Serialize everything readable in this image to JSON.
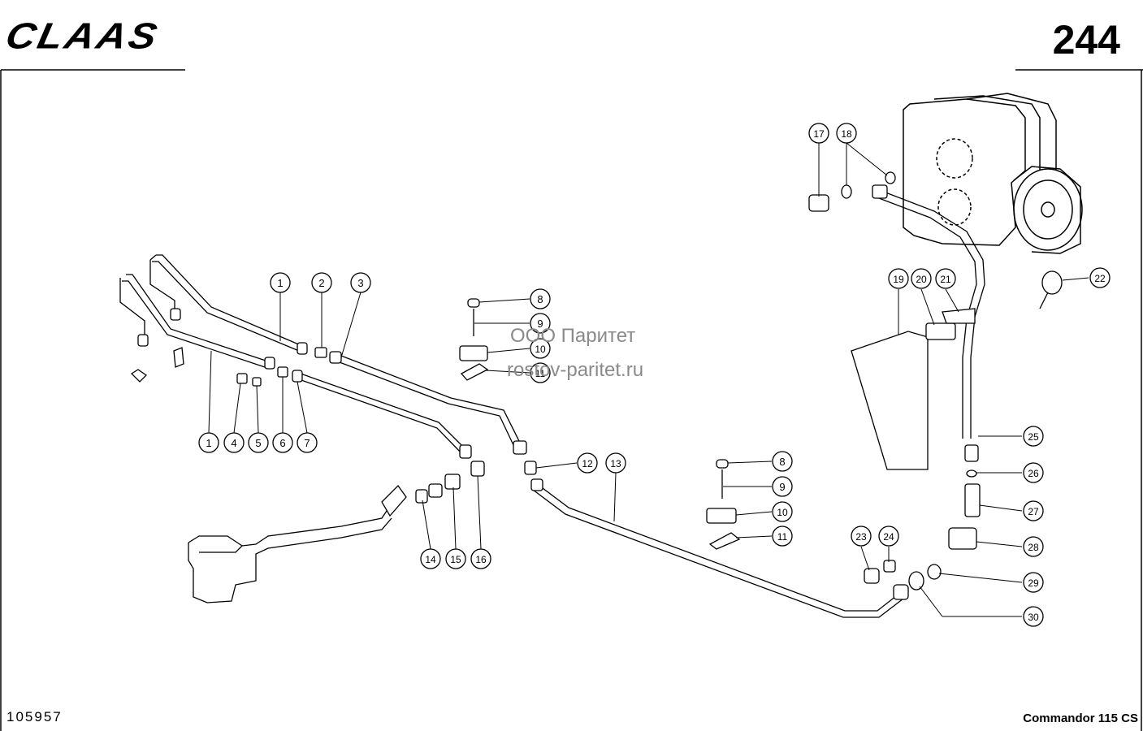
{
  "header": {
    "brand": "CLAAS",
    "page_number": "244"
  },
  "footer": {
    "drawing_number": "105957",
    "model": "Commandor 115 CS"
  },
  "watermark": {
    "line1": "ООО Паритет",
    "line2": "rostov-paritet.ru"
  },
  "callouts": [
    "1",
    "2",
    "3",
    "1",
    "4",
    "5",
    "6",
    "7",
    "8",
    "9",
    "10",
    "11",
    "12",
    "13",
    "14",
    "15",
    "16",
    "8",
    "9",
    "10",
    "11",
    "17",
    "18",
    "19",
    "20",
    "21",
    "22",
    "23",
    "24",
    "25",
    "26",
    "27",
    "28",
    "29",
    "30"
  ]
}
